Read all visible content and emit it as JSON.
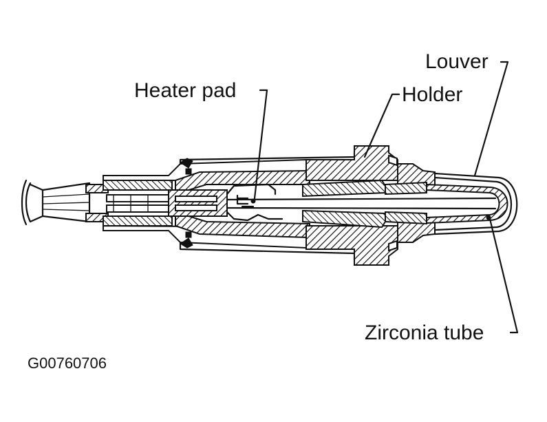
{
  "labels": {
    "louver": "Louver",
    "holder": "Holder",
    "heater_pad": "Heater pad",
    "zirconia_tube": "Zirconia tube"
  },
  "figure_code": "G00760706",
  "colors": {
    "ink": "#111111",
    "background": "#ffffff"
  }
}
